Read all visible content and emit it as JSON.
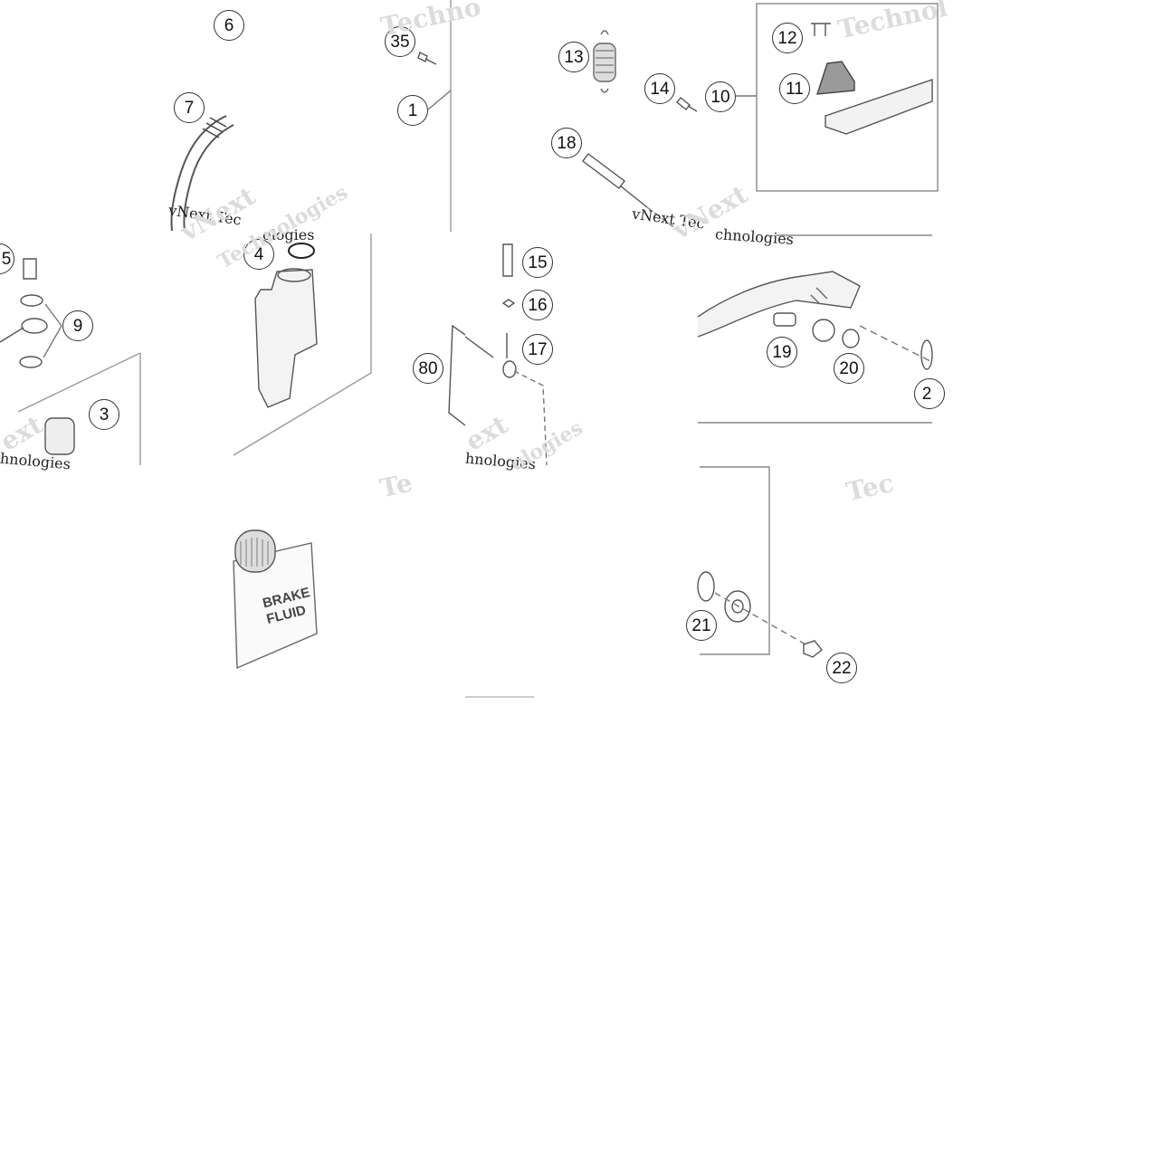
{
  "diagram": {
    "callouts": [
      "6",
      "7",
      "35",
      "1",
      "13",
      "14",
      "10",
      "12",
      "11",
      "18",
      "4",
      "15",
      "16",
      "17",
      "80",
      "9",
      "3",
      "19",
      "20",
      "21",
      "22"
    ],
    "partial_callouts": {
      "left_edge_5": "5",
      "right_edge_21": "2"
    },
    "watermark": {
      "brand": "vNext Technologies",
      "fragment_vnext": "vNext",
      "fragment_tec": "vNext Tec",
      "fragment_techn": "Technologies",
      "fragment_hnologies": "hnologies",
      "fragment_chnologies": "chnologies",
      "fragment_ologies": "ologies",
      "fragment_ext": "ext",
      "fragment_te": "Te",
      "fragment_tec_light": "Tec",
      "fragment_technol": "Technol",
      "fragment_techno": "Techno"
    },
    "brake_fluid_label": [
      "BRAKE",
      "FLUID"
    ]
  }
}
